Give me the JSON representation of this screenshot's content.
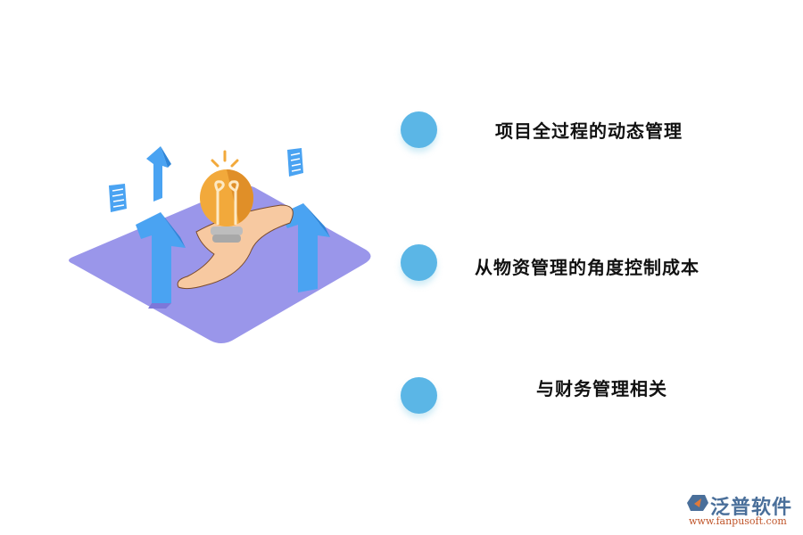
{
  "items": [
    {
      "label": "项目全过程的动态管理"
    },
    {
      "label": "从物资管理的角度控制成本"
    },
    {
      "label": "与财务管理相关"
    }
  ],
  "illustration": {
    "description": "isometric purple platform with blue up arrows, hand holding light bulb, flying documents",
    "colors": {
      "platform": "#9a96ea",
      "arrow": "#4aa3f2",
      "bulb": "#f2a93b",
      "hand": "#f7c9a1",
      "dot": "#5bb6e6"
    }
  },
  "logo": {
    "name": "泛普软件",
    "url": "www.fanpusoft.com"
  }
}
